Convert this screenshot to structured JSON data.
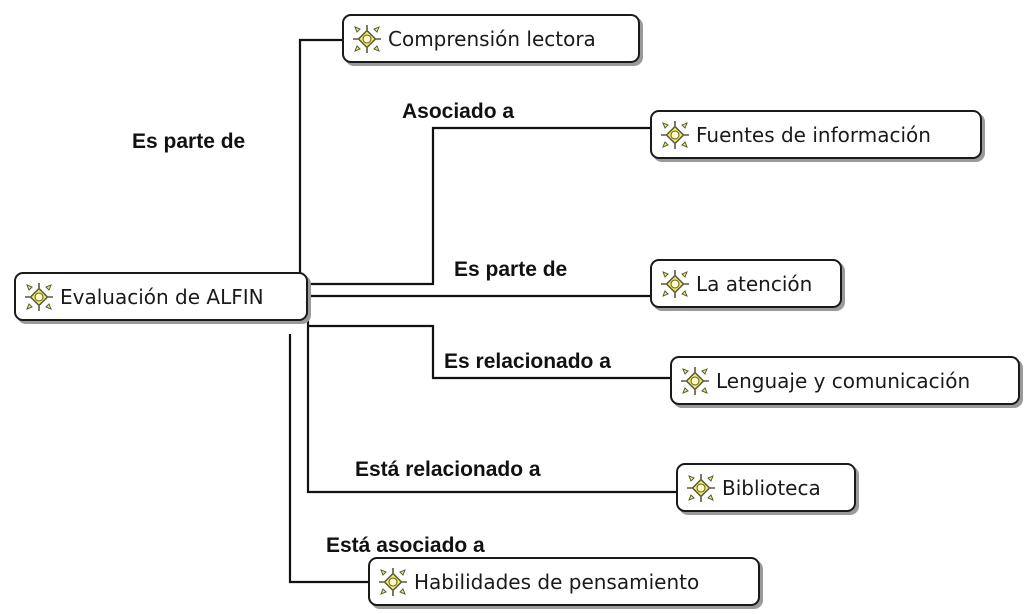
{
  "nodes": {
    "root": {
      "label": "Evaluación de ALFIN",
      "icon": "yellow-sun-code-icon"
    },
    "comprension": {
      "label": "Comprensión lectora",
      "icon": "yellow-sun-code-icon"
    },
    "fuentes": {
      "label": "Fuentes de información",
      "icon": "yellow-sun-code-icon"
    },
    "atencion": {
      "label": "La atención",
      "icon": "yellow-sun-code-icon"
    },
    "lenguaje": {
      "label": "Lenguaje y comunicación",
      "icon": "yellow-sun-code-icon"
    },
    "biblioteca": {
      "label": "Biblioteca",
      "icon": "yellow-sun-code-icon"
    },
    "habilidades": {
      "label": "Habilidades de pensamiento",
      "icon": "yellow-sun-code-icon"
    }
  },
  "relations": {
    "comprension": "Es parte de",
    "fuentes": "Asociado a",
    "atencion": "Es parte de",
    "lenguaje": "Es relacionado a",
    "biblioteca": "Está relacionado a",
    "habilidades": "Está asociado a"
  },
  "colors": {
    "icon_fill": "#f7f060",
    "icon_stroke": "#5a5a3a",
    "line": "#111111",
    "node_border": "#1a1a1a",
    "node_shadow": "#9a9a9a"
  }
}
